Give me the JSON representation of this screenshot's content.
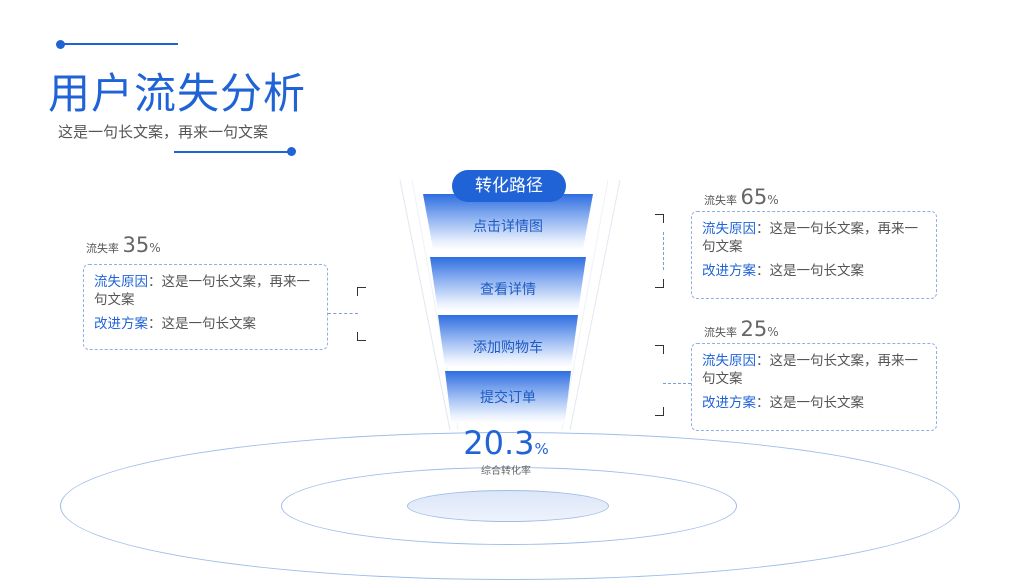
{
  "header": {
    "title": "用户流失分析",
    "subtitle": "这是一句长文案，再来一句文案"
  },
  "funnel": {
    "badge": "转化路径",
    "steps": [
      "点击详情图",
      "查看详情",
      "添加购物车",
      "提交订单"
    ],
    "result": {
      "value": "20.3",
      "unit": "%",
      "label": "综合转化率"
    }
  },
  "cards": [
    {
      "rate_label": "流失率",
      "rate_value": "35",
      "rate_unit": "%",
      "reason_key": "流失原因",
      "reason_text": "：这是一句长文案，再来一句文案",
      "plan_key": "改进方案",
      "plan_text": "：这是一句长文案"
    },
    {
      "rate_label": "流失率",
      "rate_value": "65",
      "rate_unit": "%",
      "reason_key": "流失原因",
      "reason_text": "：这是一句长文案，再来一句文案",
      "plan_key": "改进方案",
      "plan_text": "：这是一句长文案"
    },
    {
      "rate_label": "流失率",
      "rate_value": "25",
      "rate_unit": "%",
      "reason_key": "流失原因",
      "reason_text": "：这是一句长文案，再来一句文案",
      "plan_key": "改进方案",
      "plan_text": "：这是一句长文案"
    }
  ],
  "colors": {
    "accent": "#1f63d6",
    "box_border": "#8fb0e6",
    "ring": "#9fbcea"
  }
}
